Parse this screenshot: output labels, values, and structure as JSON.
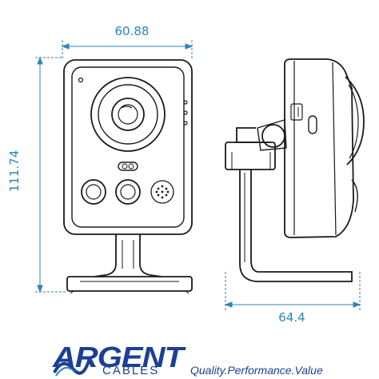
{
  "dimensions": {
    "width": "60.88",
    "height": "111.74",
    "depth": "64.4"
  },
  "brand": {
    "name_main": "ARGENT",
    "name_sub": "CABLES",
    "tagline": "Quality.Performance.Value",
    "color": "#1c3f95"
  },
  "colors": {
    "dimension_line": "#2b86b8",
    "outline": "#1a1a1a"
  }
}
